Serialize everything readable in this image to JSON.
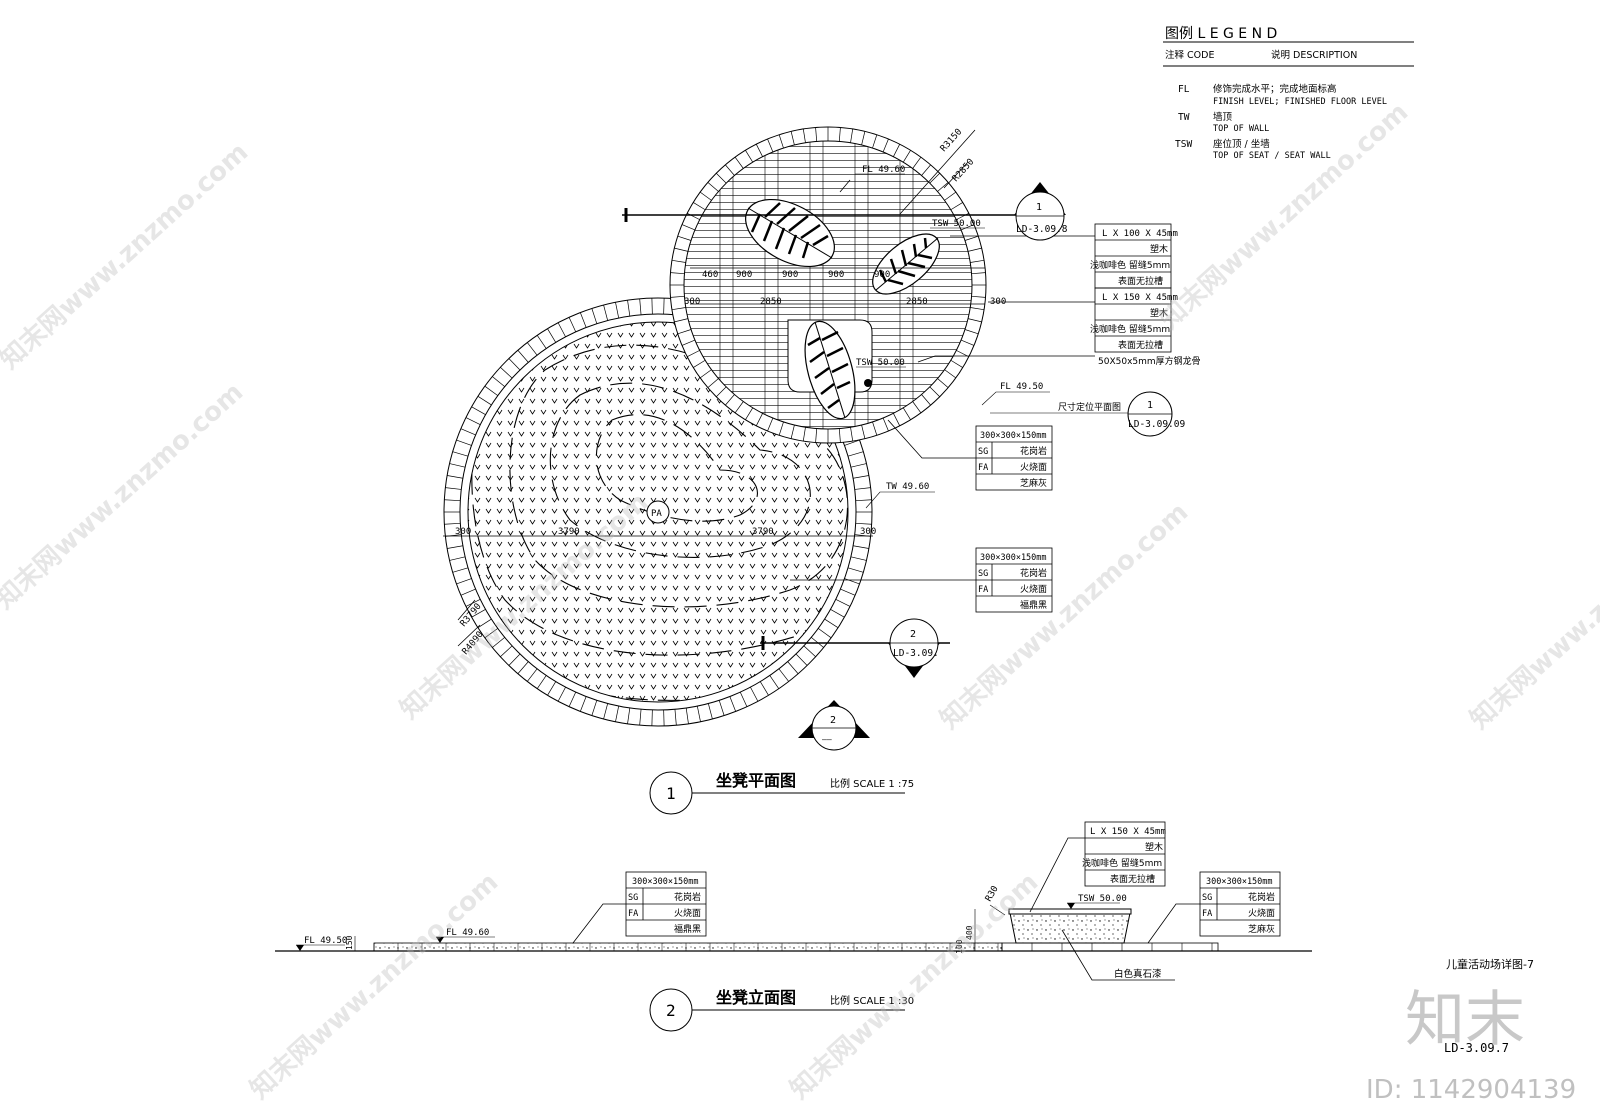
{
  "legend": {
    "title": "图例 L E G E N D",
    "col_code": "注释 CODE",
    "col_desc": "说明  DESCRIPTION",
    "items": [
      {
        "code": "FL",
        "cn": "修饰完成水平；完成地面标高",
        "en": "FINISH LEVEL; FINISHED FLOOR LEVEL"
      },
      {
        "code": "TW",
        "cn": "墙顶",
        "en": "TOP OF WALL"
      },
      {
        "code": "TSW",
        "cn": "座位顶 / 坐墙",
        "en": "TOP OF SEAT / SEAT WALL"
      }
    ]
  },
  "plan": {
    "dims": {
      "r3150": "R3150",
      "r2850": "R2850",
      "r3790": "R3790",
      "r4090": "R4090",
      "d460": "460",
      "d900a": "900",
      "d900b": "900",
      "d900c": "900",
      "d900d": "900",
      "d300a": "300",
      "d2850a": "2850",
      "d2850b": "2850",
      "d300b": "300",
      "d300c": "300",
      "d3790a": "3790",
      "d3790b": "3790",
      "d300d": "300"
    },
    "levels": {
      "fl_4960": "FL 49.60",
      "tsw_top": "TSW 50.00",
      "tsw_mid": "TSW 50.00",
      "fl_4950": "FL 49.50",
      "tw_4960": "TW 49.60"
    },
    "pa": "PA",
    "tag1": [
      {
        "code": "",
        "text": "L X 100 X 45mm"
      },
      {
        "code": "",
        "text": "塑木"
      },
      {
        "code": "",
        "text": "浅咖啡色 留缝5mm"
      },
      {
        "code": "",
        "text": "表面无拉槽"
      }
    ],
    "tag2": [
      {
        "code": "",
        "text": "L X 150 X 45mm"
      },
      {
        "code": "",
        "text": "塑木"
      },
      {
        "code": "",
        "text": "浅咖啡色 留缝5mm"
      },
      {
        "code": "",
        "text": "表面无拉槽"
      }
    ],
    "steel_note": "50X50x5mm厚方钢龙骨",
    "dim_plan_note": "尺寸定位平面图",
    "tag3": [
      {
        "code": "",
        "text": "300×300×150mm"
      },
      {
        "code": "SG",
        "text": "花岗岩"
      },
      {
        "code": "FA",
        "text": "火烧面"
      },
      {
        "code": "",
        "text": "芝麻灰"
      }
    ],
    "tag4": [
      {
        "code": "",
        "text": "300×300×150mm"
      },
      {
        "code": "SG",
        "text": "花岗岩"
      },
      {
        "code": "FA",
        "text": "火烧面"
      },
      {
        "code": "",
        "text": "福鼎黑"
      }
    ],
    "sym_top_num": "1",
    "sym_top_ref": "LD-3.09.8",
    "sym_ref1_num": "1",
    "sym_ref1_ref": "LD-3.09.09",
    "sym_sec2_num": "2",
    "sym_sec2_ref": "LD-3.09.",
    "sym_bottom_num": "2",
    "sym_bottom_ref": "——"
  },
  "title1": {
    "num": "1",
    "name": "坐凳平面图",
    "scale": "比例 SCALE 1 :75"
  },
  "elevation": {
    "fl_4950": "FL 49.50",
    "fl_4960": "FL 49.60",
    "tsw": "TSW 50.00",
    "r30": "R30",
    "dim_150": "150",
    "dim_400": "400",
    "dim_100": "100",
    "paint_note": "白色真石漆",
    "tag_left": [
      {
        "code": "",
        "text": "300×300×150mm"
      },
      {
        "code": "SG",
        "text": "花岗岩"
      },
      {
        "code": "FA",
        "text": "火烧面"
      },
      {
        "code": "",
        "text": "福鼎黑"
      }
    ],
    "tag_top": [
      {
        "code": "",
        "text": "L X 150 X 45mm"
      },
      {
        "code": "",
        "text": "塑木"
      },
      {
        "code": "",
        "text": "浅咖啡色 留缝5mm"
      },
      {
        "code": "",
        "text": "表面无拉槽"
      }
    ],
    "tag_right": [
      {
        "code": "",
        "text": "300×300×150mm"
      },
      {
        "code": "SG",
        "text": "花岗岩"
      },
      {
        "code": "FA",
        "text": "火烧面"
      },
      {
        "code": "",
        "text": "芝麻灰"
      }
    ]
  },
  "title2": {
    "num": "2",
    "name": "坐凳立面图",
    "scale": "比例 SCALE 1 :30"
  },
  "sheet": {
    "name": "儿童活动场详图-7",
    "number": "LD-3.09.7"
  },
  "watermark": {
    "brand": "知末",
    "site": "知末网www.znzmo.com",
    "id": "ID: 1142904139"
  }
}
